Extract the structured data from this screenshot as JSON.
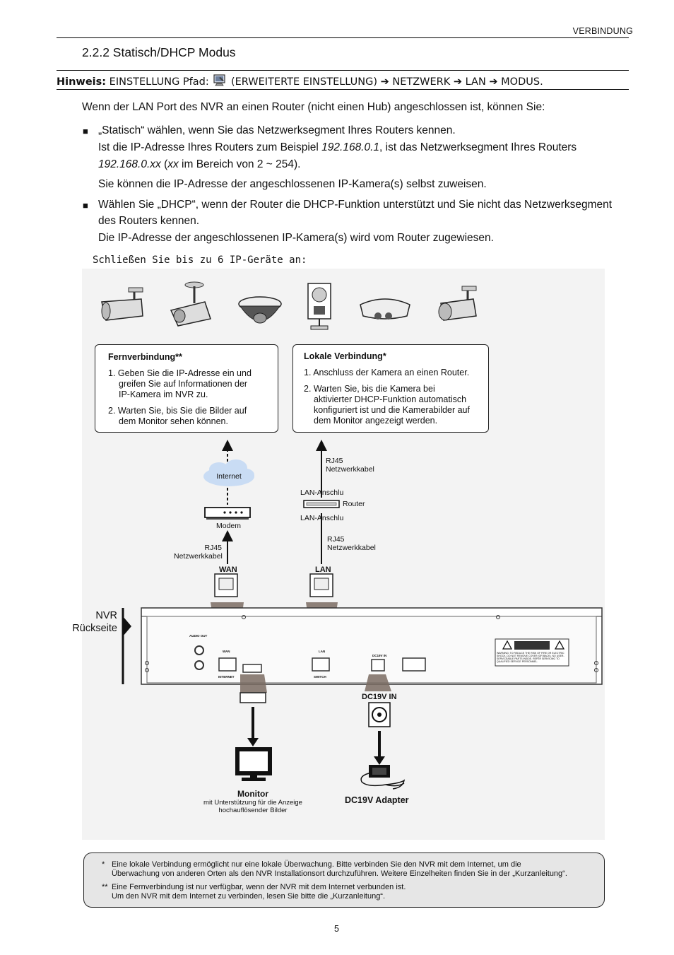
{
  "header": {
    "chapter": "VERBINDUNG",
    "section_title": "2.2.2 Statisch/DHCP Modus"
  },
  "note": {
    "label": "Hinweis:",
    "path_start": "EINSTELLUNG Pfad:",
    "path_rest": "(ERWEITERTE EINSTELLUNG) ➔ NETZWERK ➔ LAN ➔ MODUS.",
    "icon": "settings-icon"
  },
  "intro": "Wenn der LAN Port des NVR an einen Router (nicht einen Hub) angeschlossen ist, können Sie:",
  "bullets": [
    {
      "l1": "„Statisch“ wählen, wenn Sie das Netzwerksegment Ihres Routers kennen.",
      "l2a": "Ist die IP-Adresse Ihres Routers zum Beispiel ",
      "l2b": "192.168.0.1",
      "l2c": ", ist das Netzwerksegment Ihres Routers",
      "l3a": "192.168.0.xx",
      "l3b": " (",
      "l3c": "xx",
      "l3d": " im Bereich von 2 ~ 254).",
      "l4": "Sie können die IP-Adresse der angeschlossenen IP-Kamera(s) selbst zuweisen."
    },
    {
      "l1": "Wählen Sie „DHCP“, wenn der Router die DHCP-Funktion unterstützt und Sie nicht das Netzwerksegment",
      "l2": "des Routers kennen.",
      "l3": "Die IP-Adresse der angeschlossenen IP-Kamera(s) wird vom Router zugewiesen."
    }
  ],
  "diagram": {
    "title": "Schließen Sie bis zu 6 IP-Geräte an:",
    "remote_box": {
      "title": "Fernverbindung**",
      "items": [
        [
          "1. Geben Sie die IP-Adresse ein und",
          "greifen Sie auf Informationen der",
          "IP-Kamera im NVR zu."
        ],
        [
          "2. Warten Sie, bis Sie die Bilder auf",
          "dem Monitor sehen können."
        ]
      ]
    },
    "local_box": {
      "title": "Lokale Verbindung*",
      "items": [
        [
          "1. Anschluss der Kamera an einen Router."
        ],
        [
          "2. Warten Sie, bis die Kamera bei",
          "aktivierter DHCP-Funktion automatisch",
          "konfiguriert ist und die Kamerabilder auf",
          "dem Monitor angezeigt werden."
        ]
      ]
    },
    "internet": "Internet",
    "modem": "Modem",
    "router": "Router",
    "rj45": "RJ45",
    "netzwerkkabel": "Netzwerkkabel",
    "lan_anschluss": "LAN-Anschlu",
    "wan": "WAN",
    "lan": "LAN",
    "nvr_label_1": "NVR",
    "nvr_label_2": "Rückseite",
    "audio_out": "AUDIO OUT",
    "wan_port": "WAN",
    "internet_port": "INTERNET",
    "lan_port": "LAN",
    "switch_port": "SWITCH",
    "dc19v_in_small": "DC19V IN",
    "dc19v_in": "DC19V IN",
    "warning_text": "WARNING: TO REDUCE THE RISK OF FIRE OR ELECTRIC SHOCK, DO NOT REMOVE COVER (OR BACK). NO USER-SERVICEABLE PARTS INSIDE. REFER SERVICING TO QUALIFIED SERVICE PERSONNEL.",
    "monitor": "Monitor",
    "monitor_sub_1": "mit Unterstützung für die Anzeige",
    "monitor_sub_2": "hochauflösender Bilder",
    "adapter": "DC19V Adapter"
  },
  "footnotes": {
    "f1_mark": "*",
    "f1_l1": "Eine lokale Verbindung ermöglicht nur eine lokale Überwachung. Bitte verbinden Sie den NVR mit dem Internet, um die",
    "f1_l2": "Überwachung von anderen Orten als den NVR Installationsort durchzuführen. Weitere Einzelheiten finden Sie in der „Kurzanleitung“.",
    "f2_mark": "**",
    "f2_l1": "Eine Fernverbindung ist nur verfügbar, wenn der NVR mit dem Internet verbunden ist.",
    "f2_l2": "Um den NVR mit dem Internet zu verbinden, lesen Sie bitte die „Kurzanleitung“."
  },
  "page_number": "5"
}
